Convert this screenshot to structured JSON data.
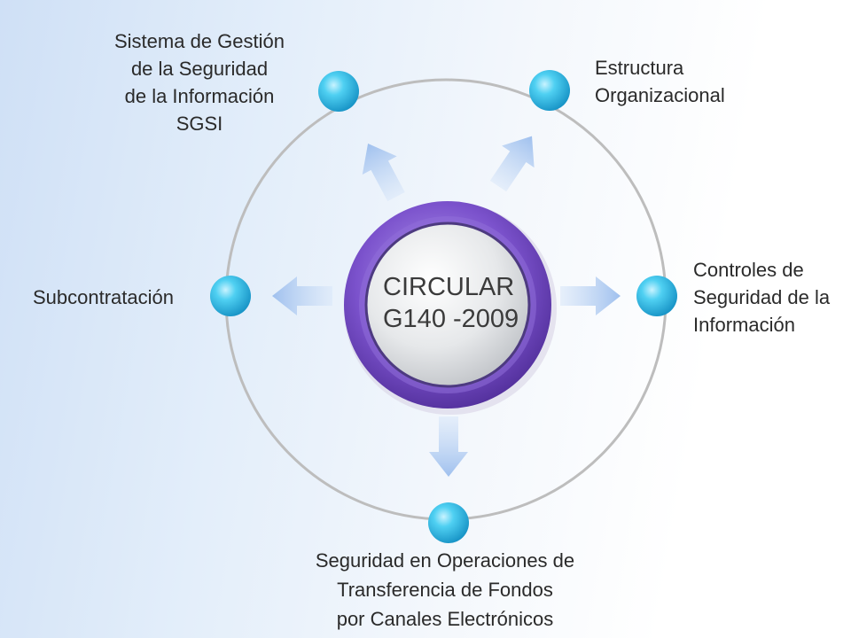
{
  "center": {
    "lines": [
      "CIRCULAR",
      "G140 -2009"
    ]
  },
  "nodes": {
    "sgsi": {
      "lines": [
        "Sistema de Gestión",
        "de la Seguridad",
        "de la Información",
        "SGSI"
      ]
    },
    "estructura": {
      "lines": [
        "Estructura",
        "Organizacional"
      ]
    },
    "controles": {
      "lines": [
        "Controles de",
        "Seguridad de la",
        "Información"
      ]
    },
    "subcontratacion": {
      "lines": [
        "Subcontratación"
      ]
    },
    "seguridad_operaciones": {
      "lines": [
        "Seguridad en Operaciones de",
        "Transferencia de Fondos",
        "por Canales Electrónicos"
      ]
    }
  },
  "colors": {
    "ring_outer": "#6a3fb5",
    "ring_inner": "#9a7ae0",
    "core": "#dfe2e6",
    "node": "#3cc4ec",
    "arrow": "#a9c6ee",
    "orbit": "#bdbdbd"
  }
}
